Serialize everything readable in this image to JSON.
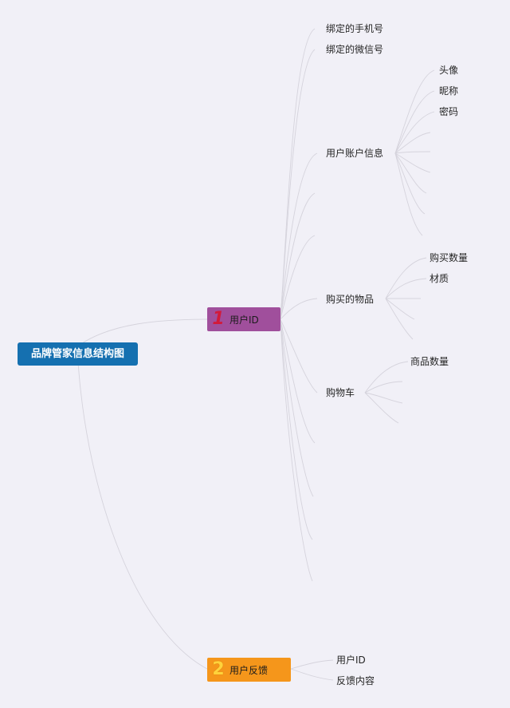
{
  "root": {
    "label": "品牌管家信息结构图"
  },
  "branches": {
    "user_id": {
      "badge": "1",
      "label": "用户ID",
      "color": "#a04f9c",
      "children": {
        "bound_phone": "绑定的手机号",
        "bound_wechat": "绑定的微信号",
        "account_info": {
          "label": "用户账户信息",
          "children": [
            "头像",
            "昵称",
            "密码"
          ]
        },
        "purchased_items": {
          "label": "购买的物品",
          "children": [
            "购买数量",
            "材质"
          ]
        },
        "cart": {
          "label": "购物车",
          "children": [
            "商品数量"
          ]
        }
      }
    },
    "feedback": {
      "badge": "2",
      "label": "用户反馈",
      "color": "#f5961b",
      "children": [
        "用户ID",
        "反馈内容"
      ]
    }
  },
  "colors": {
    "background": "#f1f0f7",
    "root": "#1570b0",
    "connector": "#d5d3dc"
  }
}
